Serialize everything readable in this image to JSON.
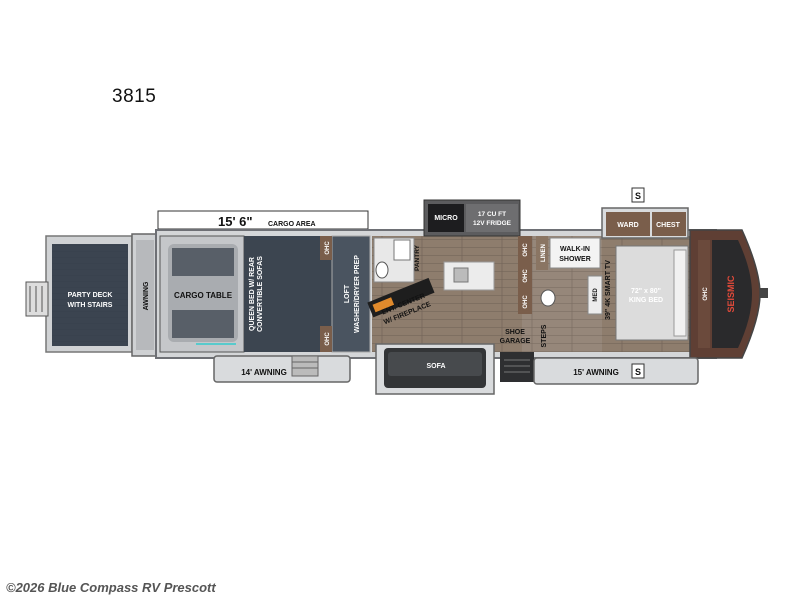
{
  "model_number": "3815",
  "cargo_length": "15' 6\"",
  "labels": {
    "cargo_area": "CARGO AREA",
    "party_deck_line1": "PARTY DECK",
    "party_deck_line2": "WITH STAIRS",
    "awning_rear": "AWNING",
    "cargo_table": "CARGO TABLE",
    "queen_bed_line1": "QUEEN BED W/ REAR",
    "queen_bed_line2": "CONVERTIBLE SOFAS",
    "loft_line1": "LOFT",
    "loft_line2": "WASHER/DRYER PREP",
    "ohc": "OHC",
    "awning_14": "14' AWNING",
    "micro": "MICRO",
    "fridge_line1": "17 CU FT",
    "fridge_line2": "12V FRIDGE",
    "pantry": "PANTRY",
    "ent_line1": "ENT. CENTER",
    "ent_line2": "W/ FIREPLACE",
    "sofa": "SOFA",
    "shoe_line1": "SHOE",
    "shoe_line2": "GARAGE",
    "steps": "STEPS",
    "linen": "LINEN",
    "walkin_line1": "WALK-IN",
    "walkin_line2": "SHOWER",
    "med": "MED",
    "smart_tv": "39\" 4K SMART TV",
    "ward": "WARD",
    "chest": "CHEST",
    "king_line1": "72\" x 80\"",
    "king_line2": "KING BED",
    "awning_15": "15' AWNING",
    "slide_marker": "S",
    "brand": "SEISMIC"
  },
  "footer": "©2026 Blue Compass RV Prescott",
  "colors": {
    "floor_wood": "#8b7b6c",
    "dark_slate": "#3c4550",
    "outline": "#6e7075",
    "wall_gray": "#c9cbce",
    "cabinet_brown": "#7a5e4b"
  }
}
